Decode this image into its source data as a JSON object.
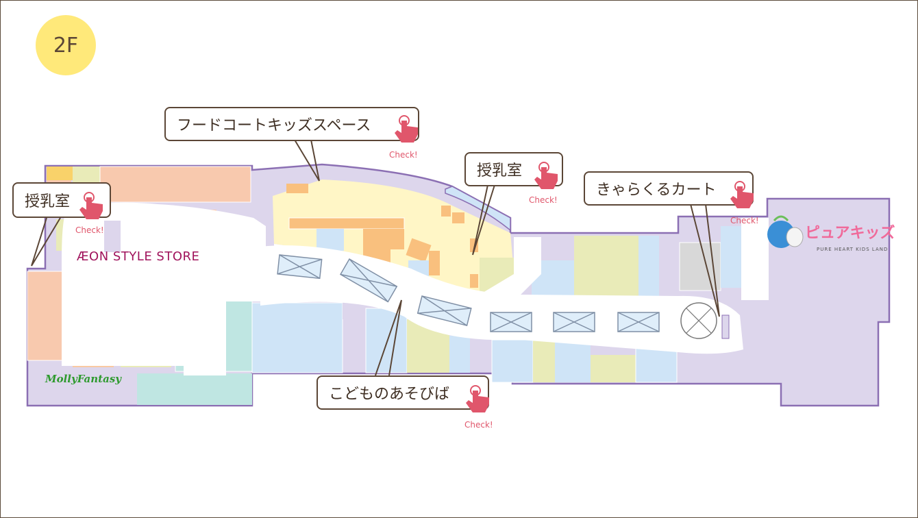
{
  "floor": {
    "label": "2F"
  },
  "stores": {
    "aeon": "ÆON STYLE STORE",
    "molly_fantasy": "MollyFantasy",
    "pure_kids": "ピュアキッズ",
    "pure_kids_sub": "PURE HEART KIDS LAND"
  },
  "callouts": [
    {
      "id": "food-court-kids-space",
      "label": "フードコートキッズスペース",
      "check": "Check!"
    },
    {
      "id": "nursing-room-1",
      "label": "授乳室",
      "check": "Check!"
    },
    {
      "id": "nursing-room-2",
      "label": "授乳室",
      "check": "Check!"
    },
    {
      "id": "character-cart",
      "label": "きゃらくるカート",
      "check": "Check!"
    },
    {
      "id": "kids-play-area",
      "label": "こどものあそびば",
      "check": "Check!"
    }
  ],
  "colors": {
    "outline": "#8b6fb3",
    "walkway": "#ffffff",
    "salmon": "#f8c9ae",
    "lightblue": "#cfe4f7",
    "yellow": "#fff6c6",
    "lavender": "#ddd6ec",
    "teal": "#bfe6e2",
    "olive": "#e9ebb8",
    "orange": "#f9c07e",
    "hand": "#e0566b"
  }
}
